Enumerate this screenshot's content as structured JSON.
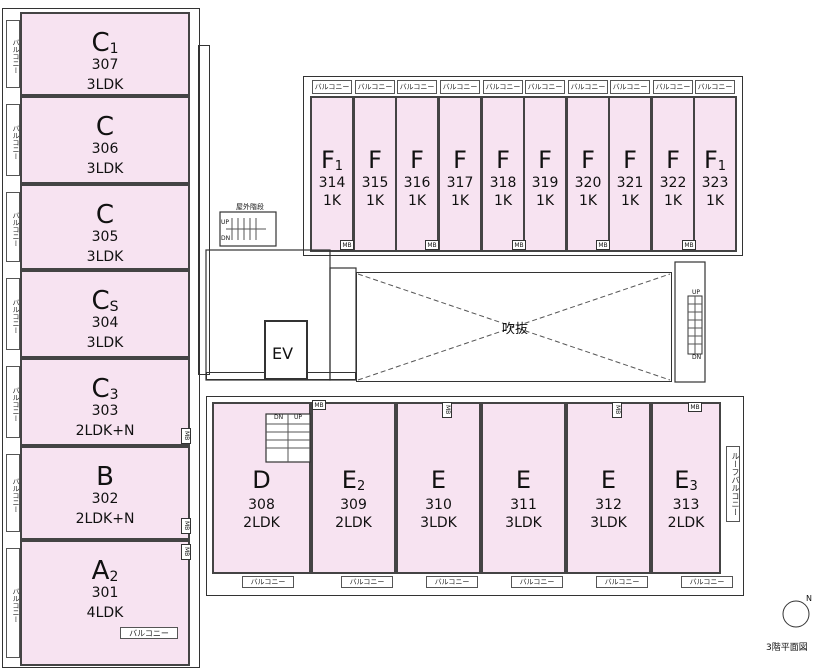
{
  "left_units": [
    {
      "type": "C",
      "sub": "1",
      "num": "307",
      "layout": "3LDK",
      "balcony": "バルコニー"
    },
    {
      "type": "C",
      "sub": "",
      "num": "306",
      "layout": "3LDK",
      "balcony": "バルコニー"
    },
    {
      "type": "C",
      "sub": "",
      "num": "305",
      "layout": "3LDK",
      "balcony": "バルコニー"
    },
    {
      "type": "C",
      "sub": "S",
      "num": "304",
      "layout": "3LDK",
      "balcony": "バルコニー"
    },
    {
      "type": "C",
      "sub": "3",
      "num": "303",
      "layout": "2LDK+N",
      "balcony": "バルコニー"
    },
    {
      "type": "B",
      "sub": "",
      "num": "302",
      "layout": "2LDK+N",
      "balcony": "バルコニー"
    },
    {
      "type": "A",
      "sub": "2",
      "num": "301",
      "layout": "4LDK",
      "balcony": "バルコニー"
    }
  ],
  "top_units": [
    {
      "type": "F",
      "sub": "1",
      "num": "314",
      "layout": "1K"
    },
    {
      "type": "F",
      "sub": "",
      "num": "315",
      "layout": "1K"
    },
    {
      "type": "F",
      "sub": "",
      "num": "316",
      "layout": "1K"
    },
    {
      "type": "F",
      "sub": "",
      "num": "317",
      "layout": "1K"
    },
    {
      "type": "F",
      "sub": "",
      "num": "318",
      "layout": "1K"
    },
    {
      "type": "F",
      "sub": "",
      "num": "319",
      "layout": "1K"
    },
    {
      "type": "F",
      "sub": "",
      "num": "320",
      "layout": "1K"
    },
    {
      "type": "F",
      "sub": "",
      "num": "321",
      "layout": "1K"
    },
    {
      "type": "F",
      "sub": "",
      "num": "322",
      "layout": "1K"
    },
    {
      "type": "F",
      "sub": "1",
      "num": "323",
      "layout": "1K"
    }
  ],
  "bottom_units": [
    {
      "type": "D",
      "sub": "",
      "num": "308",
      "layout": "2LDK"
    },
    {
      "type": "E",
      "sub": "2",
      "num": "309",
      "layout": "2LDK"
    },
    {
      "type": "E",
      "sub": "",
      "num": "310",
      "layout": "3LDK"
    },
    {
      "type": "E",
      "sub": "",
      "num": "311",
      "layout": "3LDK"
    },
    {
      "type": "E",
      "sub": "",
      "num": "312",
      "layout": "3LDK"
    },
    {
      "type": "E",
      "sub": "3",
      "num": "313",
      "layout": "2LDK"
    }
  ],
  "labels": {
    "balcony": "バルコニー",
    "roof_balcony": "ルーフバルコニー",
    "meter_box": "MB",
    "elevator": "EV",
    "atrium": "吹抜",
    "outdoor_stairs": "屋外階段",
    "up": "UP",
    "dn": "DN",
    "floor_plan_title": "3階平面図",
    "north": "N"
  },
  "colors": {
    "unit_fill": "#f7e3f1",
    "wall": "#bdbdbd",
    "line": "#333333"
  }
}
